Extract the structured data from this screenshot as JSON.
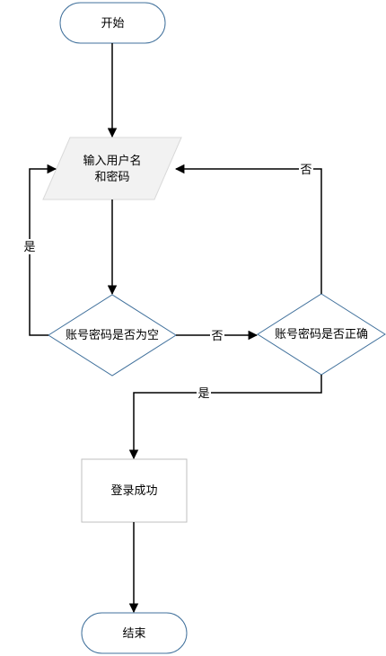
{
  "flowchart": {
    "nodes": {
      "start": {
        "label": "开始"
      },
      "input": {
        "line1": "输入用户名",
        "line2": "和密码"
      },
      "check_empty": {
        "label": "账号密码是否为空"
      },
      "check_correct": {
        "label": "账号密码是否正确"
      },
      "success": {
        "label": "登录成功"
      },
      "end": {
        "label": "结束"
      }
    },
    "edges": {
      "empty_yes": {
        "label": "是"
      },
      "empty_no": {
        "label": "否"
      },
      "correct_no": {
        "label": "否"
      },
      "correct_yes": {
        "label": "是"
      }
    }
  },
  "colors": {
    "node_stroke": "#41719C",
    "input_fill": "#F2F2F2",
    "input_stroke": "#D9D9D9",
    "process_stroke": "#BFBFBF",
    "edge": "#000000"
  }
}
